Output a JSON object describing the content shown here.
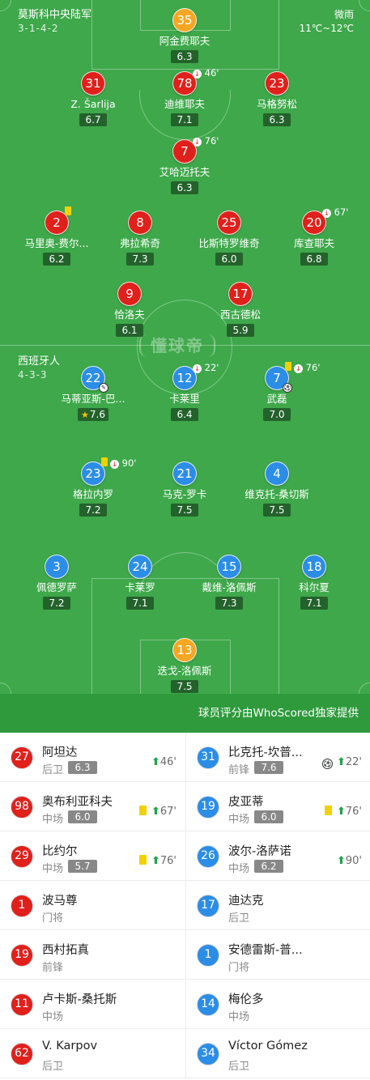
{
  "home": {
    "name": "莫斯科中央陆军",
    "formation": "3-1-4-2",
    "weather": "微雨",
    "temperature": "11℃~12℃",
    "players": [
      {
        "id": "h-gk",
        "num": "35",
        "name": "阿金费耶夫",
        "rating": "6.3",
        "color": "gk1"
      },
      {
        "id": "h-d1",
        "num": "31",
        "name": "Z. Šarlija",
        "rating": "6.7",
        "color": "red"
      },
      {
        "id": "h-d2",
        "num": "78",
        "name": "迪维耶夫",
        "rating": "7.1",
        "color": "red",
        "sub": "46'"
      },
      {
        "id": "h-d3",
        "num": "23",
        "name": "马格努松",
        "rating": "6.3",
        "color": "red"
      },
      {
        "id": "h-dm",
        "num": "7",
        "name": "艾哈迈托夫",
        "rating": "6.3",
        "color": "red",
        "sub": "76'"
      },
      {
        "id": "h-m1",
        "num": "2",
        "name": "马里奥-费尔...",
        "rating": "6.2",
        "color": "red",
        "yellow": true
      },
      {
        "id": "h-m2",
        "num": "8",
        "name": "弗拉希奇",
        "rating": "7.3",
        "color": "red"
      },
      {
        "id": "h-m3",
        "num": "25",
        "name": "比斯特罗维奇",
        "rating": "6.0",
        "color": "red"
      },
      {
        "id": "h-m4",
        "num": "20",
        "name": "库查耶夫",
        "rating": "6.8",
        "color": "red",
        "sub": "67'"
      },
      {
        "id": "h-f1",
        "num": "9",
        "name": "恰洛夫",
        "rating": "6.1",
        "color": "red"
      },
      {
        "id": "h-f2",
        "num": "17",
        "name": "西古德松",
        "rating": "5.9",
        "color": "red"
      }
    ]
  },
  "away": {
    "name": "西班牙人",
    "formation": "4-3-3",
    "players": [
      {
        "id": "a-f1",
        "num": "22",
        "name": "马蒂亚斯-巴...",
        "rating": "7.6",
        "color": "blue",
        "star": true,
        "assist": true
      },
      {
        "id": "a-f2",
        "num": "12",
        "name": "卡莱里",
        "rating": "6.4",
        "color": "blue",
        "sub": "22'"
      },
      {
        "id": "a-f3",
        "num": "7",
        "name": "武磊",
        "rating": "7.0",
        "color": "blue",
        "sub": "76'",
        "yellow": true,
        "goal": true
      },
      {
        "id": "a-m1",
        "num": "23",
        "name": "格拉内罗",
        "rating": "7.2",
        "color": "blue",
        "sub": "90'",
        "yellow": true
      },
      {
        "id": "a-m2",
        "num": "21",
        "name": "马克-罗卡",
        "rating": "7.5",
        "color": "blue"
      },
      {
        "id": "a-m3",
        "num": "4",
        "name": "维克托-桑切斯",
        "rating": "7.5",
        "color": "blue"
      },
      {
        "id": "a-d1",
        "num": "3",
        "name": "佩德罗萨",
        "rating": "7.2",
        "color": "blue"
      },
      {
        "id": "a-d2",
        "num": "24",
        "name": "卡莱罗",
        "rating": "7.1",
        "color": "blue"
      },
      {
        "id": "a-d3",
        "num": "15",
        "name": "戴维-洛佩斯",
        "rating": "7.3",
        "color": "blue"
      },
      {
        "id": "a-d4",
        "num": "18",
        "name": "科尔夏",
        "rating": "7.1",
        "color": "blue"
      },
      {
        "id": "a-gk",
        "num": "13",
        "name": "迭戈-洛佩斯",
        "rating": "7.5",
        "color": "gk2"
      }
    ]
  },
  "watermark": "懂球帝",
  "credit": "球员评分由WhoScored独家提供",
  "subs": [
    {
      "left": {
        "num": "27",
        "name": "阿坦达",
        "pos": "后卫",
        "rating": "6.3",
        "yellow": false,
        "minute": "46'"
      },
      "right": {
        "num": "31",
        "name": "比克托-坎普...",
        "pos": "前锋",
        "rating": "7.6",
        "goal": true,
        "minute": "22'"
      }
    },
    {
      "left": {
        "num": "98",
        "name": "奥布利亚科夫",
        "pos": "中场",
        "rating": "6.0",
        "yellow": true,
        "minute": "67'"
      },
      "right": {
        "num": "19",
        "name": "皮亚蒂",
        "pos": "中场",
        "rating": "6.0",
        "yellow": true,
        "minute": "76'"
      }
    },
    {
      "left": {
        "num": "29",
        "name": "比约尔",
        "pos": "中场",
        "rating": "5.7",
        "yellow": true,
        "minute": "76'"
      },
      "right": {
        "num": "26",
        "name": "波尔-洛萨诺",
        "pos": "中场",
        "rating": "6.2",
        "minute": "90'"
      }
    },
    {
      "left": {
        "num": "1",
        "name": "波马尊",
        "pos": "门将"
      },
      "right": {
        "num": "17",
        "name": "迪达克",
        "pos": "后卫"
      }
    },
    {
      "left": {
        "num": "19",
        "name": "西村拓真",
        "pos": "前锋"
      },
      "right": {
        "num": "1",
        "name": "安德雷斯-普...",
        "pos": "门将"
      }
    },
    {
      "left": {
        "num": "11",
        "name": "卢卡斯-桑托斯",
        "pos": "中场"
      },
      "right": {
        "num": "14",
        "name": "梅伦多",
        "pos": "中场"
      }
    },
    {
      "left": {
        "num": "62",
        "name": "V. Karpov",
        "pos": "后卫"
      },
      "right": {
        "num": "34",
        "name": "Víctor Gómez",
        "pos": "后卫"
      }
    }
  ]
}
